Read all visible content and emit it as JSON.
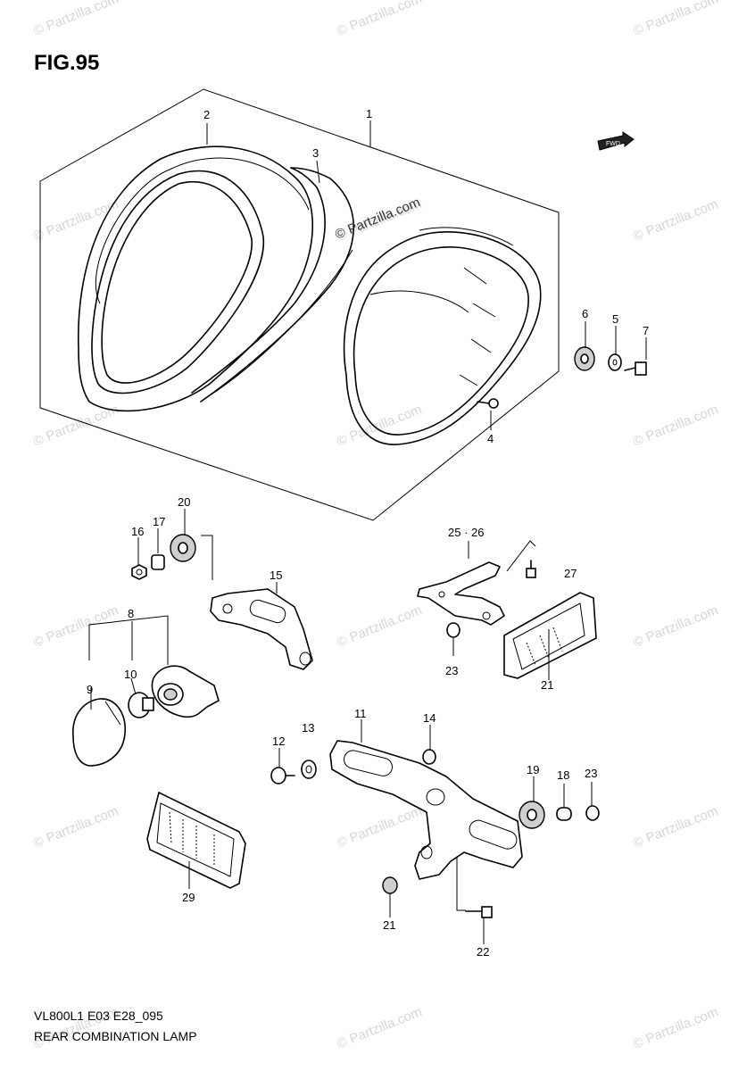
{
  "figure": {
    "title": "FIG.95",
    "code": "VL800L1 E03 E28_095",
    "name": "REAR COMBINATION LAMP"
  },
  "fwd_label": "FWD",
  "watermark": {
    "text": "© Partzilla.com",
    "inline_text": "© Partzilla.com"
  },
  "callouts": [
    "1",
    "2",
    "3",
    "4",
    "5",
    "6",
    "7",
    "8",
    "9",
    "10",
    "11",
    "12",
    "13",
    "14",
    "15",
    "16",
    "17",
    "18",
    "19",
    "20",
    "21",
    "21",
    "21",
    "22",
    "23",
    "23",
    "25 · 26",
    "27",
    "29"
  ],
  "icons": [
    "fwd-arrow-icon"
  ]
}
